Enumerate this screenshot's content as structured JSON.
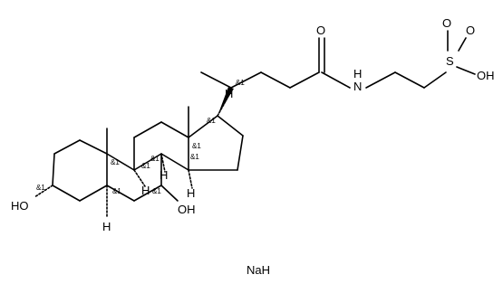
{
  "labels": {
    "O_carbonyl": "O",
    "NH": "N",
    "NH_h": "H",
    "S": "S",
    "O_s1": "O",
    "O_s2": "O",
    "OH_s": "OH",
    "HO_3": "HO",
    "OH_7": "OH",
    "NaH": "NaH",
    "H_17": "H",
    "H_9": "H",
    "H_8": "H",
    "H_14": "H",
    "H_5": "H"
  },
  "stereo_tags": {
    "s_20": "&1",
    "s_17": "&1",
    "s_13": "&1",
    "s_9": "&1",
    "s_8": "&1",
    "s_14": "&1",
    "s_10": "&1",
    "s_3": "&1",
    "s_5": "&1",
    "s_7": "&1"
  }
}
